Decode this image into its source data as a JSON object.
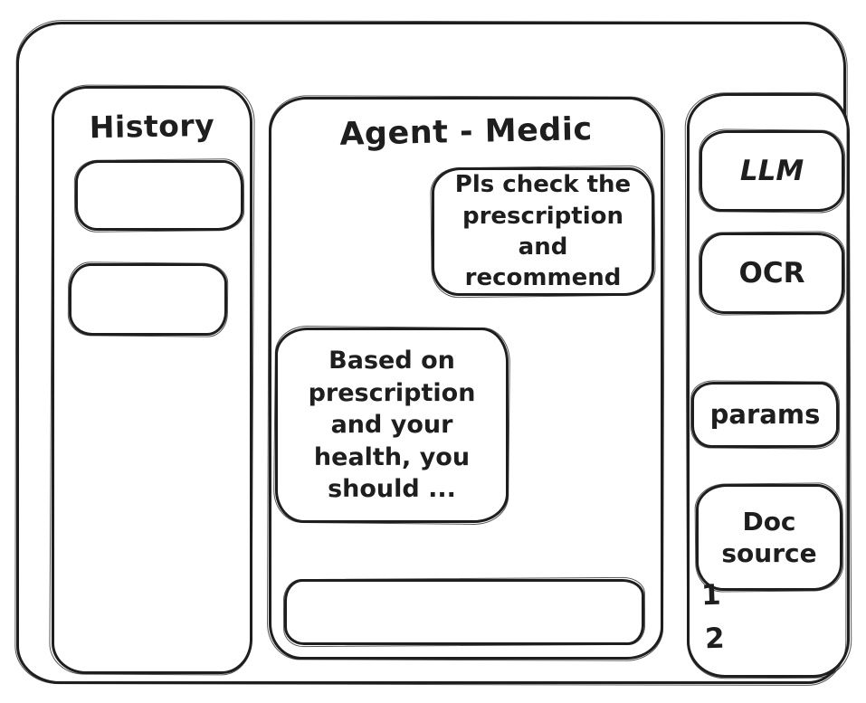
{
  "colors": {
    "ink": "#1e1e1e",
    "background": "#ffffff"
  },
  "history_panel": {
    "title": "History",
    "items": [
      {
        "label": ""
      },
      {
        "label": ""
      }
    ]
  },
  "chat_panel": {
    "title": "Agent - Medic",
    "messages": [
      {
        "role": "user",
        "text": "Pls check the prescription and recommend"
      },
      {
        "role": "assistant",
        "text": "Based on prescription and your health, you should ..."
      }
    ],
    "input": {
      "value": ""
    }
  },
  "tools_panel": {
    "buttons": [
      {
        "label": "LLM"
      },
      {
        "label": "OCR"
      },
      {
        "label": "params"
      },
      {
        "label": "Doc source"
      }
    ],
    "doc_source_items": [
      "1",
      "2"
    ]
  }
}
